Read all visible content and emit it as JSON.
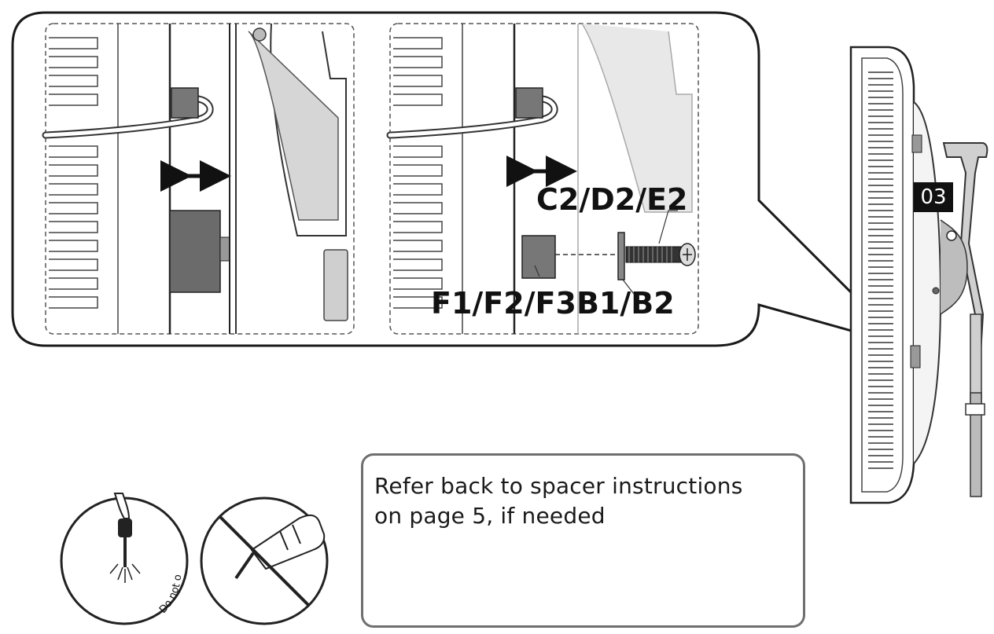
{
  "labels": {
    "part_c_d_e": "C2/D2/E2",
    "part_f_b": "F1/F2/F3B1/B2",
    "step_number": "03",
    "warning_text": "Do not over-tighten"
  },
  "note": {
    "line1": "Refer back to spacer instructions",
    "line2": "on page 5, if needed"
  }
}
